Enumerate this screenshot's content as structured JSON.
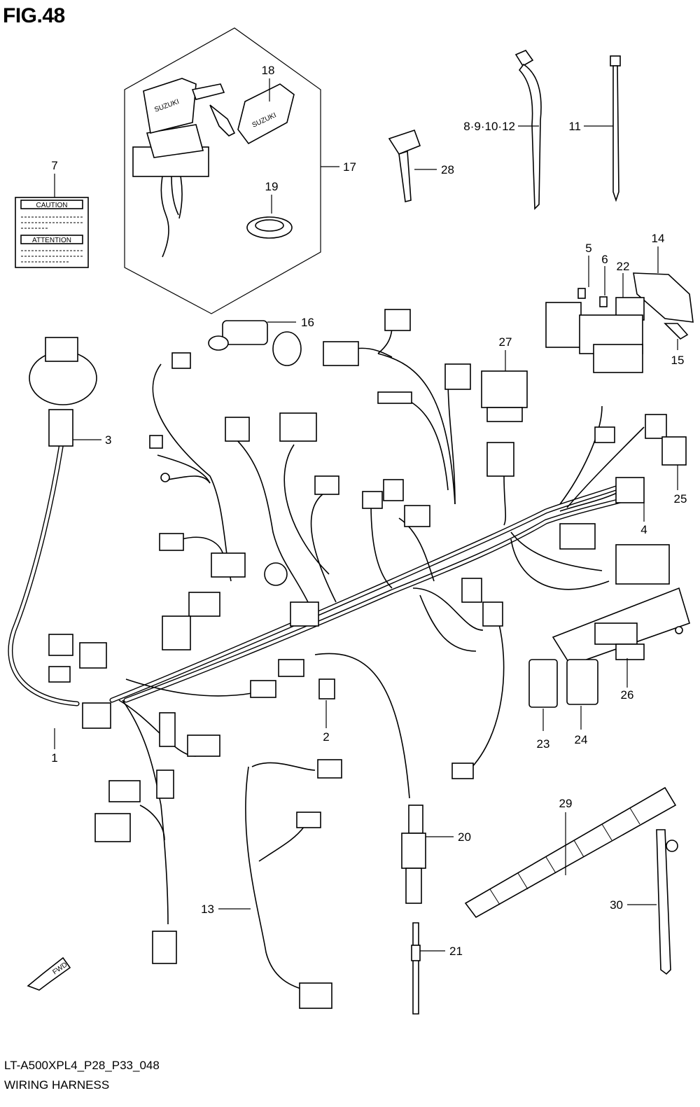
{
  "figure": {
    "title": "FIG.48",
    "code": "LT-A500XPL4_P28_P33_048",
    "name": "WIRING HARNESS"
  },
  "caution_label": {
    "caution": "CAUTION",
    "attention": "ATTENTION"
  },
  "key_brand": "SUZUKI",
  "fwd_label": "FWD",
  "callouts": [
    {
      "id": "c1",
      "text": "1"
    },
    {
      "id": "c2",
      "text": "2"
    },
    {
      "id": "c3",
      "text": "3"
    },
    {
      "id": "c4",
      "text": "4"
    },
    {
      "id": "c5",
      "text": "5"
    },
    {
      "id": "c6",
      "text": "6"
    },
    {
      "id": "c7",
      "text": "7"
    },
    {
      "id": "c8",
      "text": "8·9·10·12"
    },
    {
      "id": "c11",
      "text": "11"
    },
    {
      "id": "c13",
      "text": "13"
    },
    {
      "id": "c14",
      "text": "14"
    },
    {
      "id": "c15",
      "text": "15"
    },
    {
      "id": "c16",
      "text": "16"
    },
    {
      "id": "c17",
      "text": "17"
    },
    {
      "id": "c18",
      "text": "18"
    },
    {
      "id": "c19",
      "text": "19"
    },
    {
      "id": "c20",
      "text": "20"
    },
    {
      "id": "c21",
      "text": "21"
    },
    {
      "id": "c22",
      "text": "22"
    },
    {
      "id": "c23",
      "text": "23"
    },
    {
      "id": "c24",
      "text": "24"
    },
    {
      "id": "c25",
      "text": "25"
    },
    {
      "id": "c26",
      "text": "26"
    },
    {
      "id": "c27",
      "text": "27"
    },
    {
      "id": "c28",
      "text": "28"
    },
    {
      "id": "c29",
      "text": "29"
    },
    {
      "id": "c30",
      "text": "30"
    }
  ]
}
